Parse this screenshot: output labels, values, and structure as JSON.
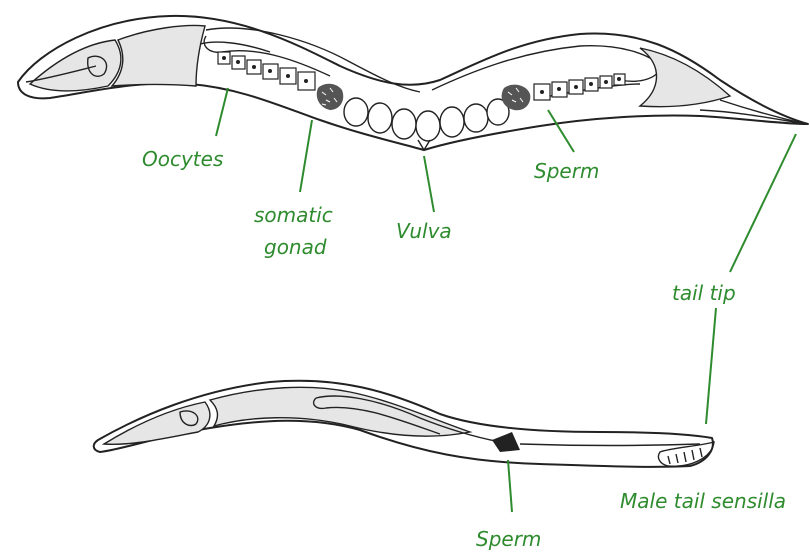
{
  "labels": {
    "oocytes": "Oocytes",
    "somatic": "somatic",
    "gonad": "gonad",
    "vulva": "Vulva",
    "sperm_top": "Sperm",
    "tail_tip": "tail tip",
    "male_tail_sensilla": "Male tail sensilla",
    "sperm_bottom": "Sperm"
  }
}
